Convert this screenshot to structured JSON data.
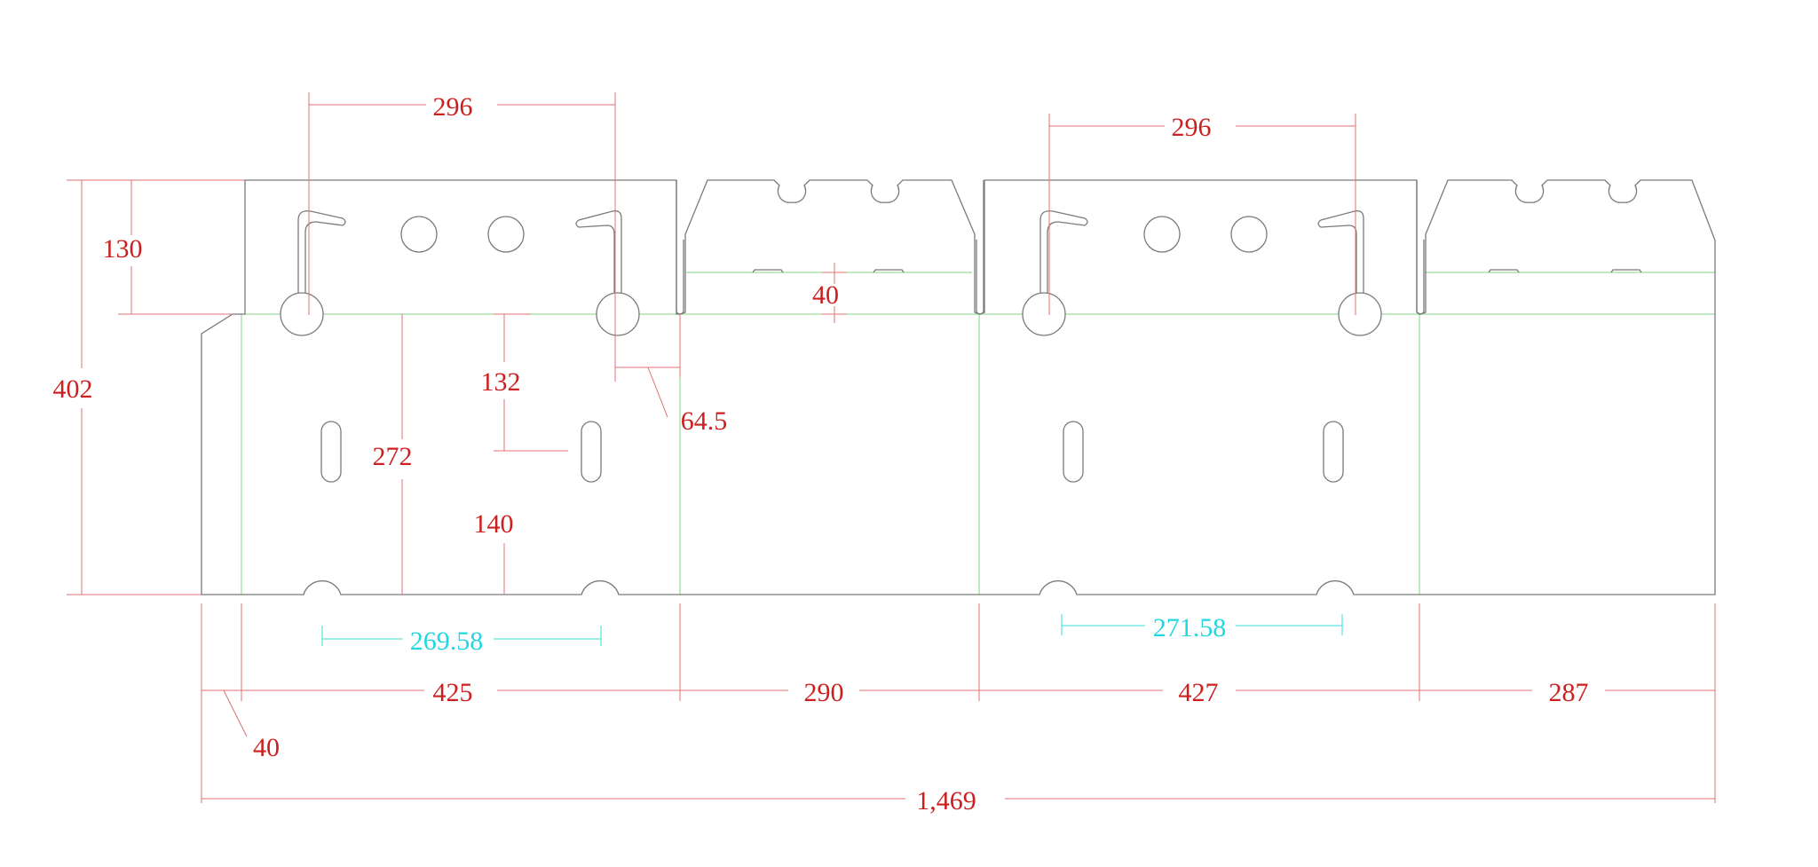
{
  "dimensions": {
    "top_width_left": "296",
    "top_width_right": "296",
    "flap_height": "130",
    "total_height": "402",
    "gap_center": "40",
    "upper_inner": "132",
    "middle_height": "272",
    "lower_inner": "140",
    "offset": "64.5",
    "hole_span_left": "269.58",
    "hole_span_right": "271.58",
    "panel_1": "425",
    "panel_2": "290",
    "panel_3": "427",
    "panel_4": "287",
    "glue_flap": "40",
    "total_length": "1,469"
  },
  "colors": {
    "outline": "#7a7a7a",
    "dimension": "#cc1f1f",
    "crease": "#66cc66",
    "secondary_dimension": "#22d8e0"
  }
}
